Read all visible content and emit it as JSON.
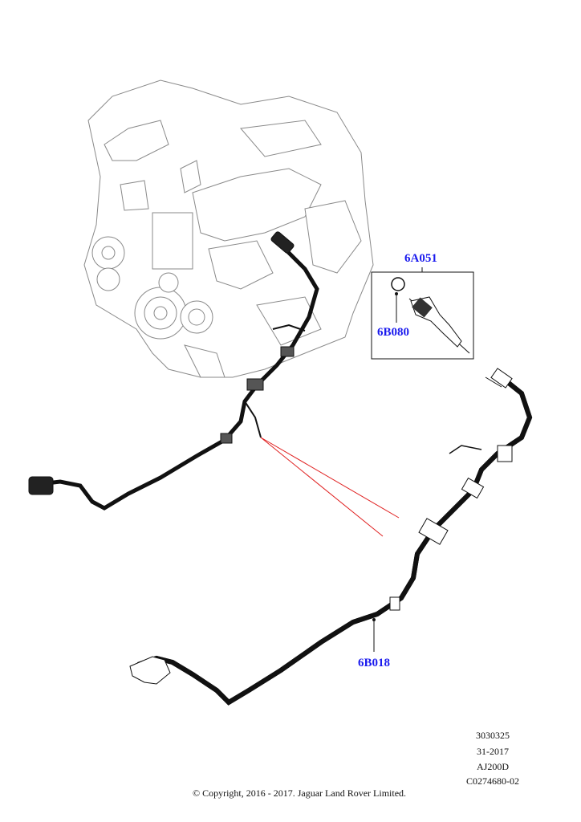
{
  "callouts": {
    "kit": "6A051",
    "clip": "6B080",
    "harness": "6B018"
  },
  "codes": [
    "3030325",
    "31-2017",
    "AJ200D",
    "C0274680-02"
  ],
  "copyright": "© Copyright, 2016 - 2017. Jaguar Land Rover Limited.",
  "colors": {
    "callout": "#1a1aee",
    "leader_red": "#e02020"
  }
}
